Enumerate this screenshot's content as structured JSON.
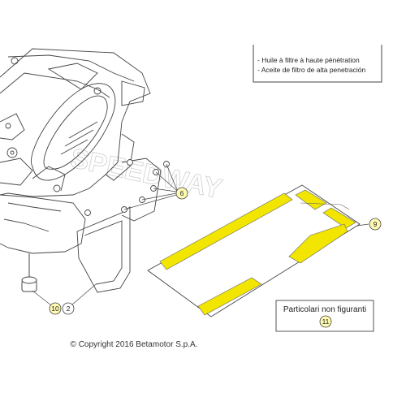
{
  "legend_lines": [
    "- Huile à filtre à haute pénétration",
    "- Aceite de filtro de alta penetración"
  ],
  "watermark": "SPEEDWAY",
  "callouts": {
    "c6": "6",
    "c9": "9",
    "c10": "10",
    "c2": "2",
    "c11": "11"
  },
  "not_shown_label": "Particolari non figuranti",
  "copyright": "© Copyright 2016 Betamotor S.p.A.",
  "colors": {
    "highlight": "#f2e600",
    "line": "#444444",
    "callout_fill": "#fffbb0"
  }
}
